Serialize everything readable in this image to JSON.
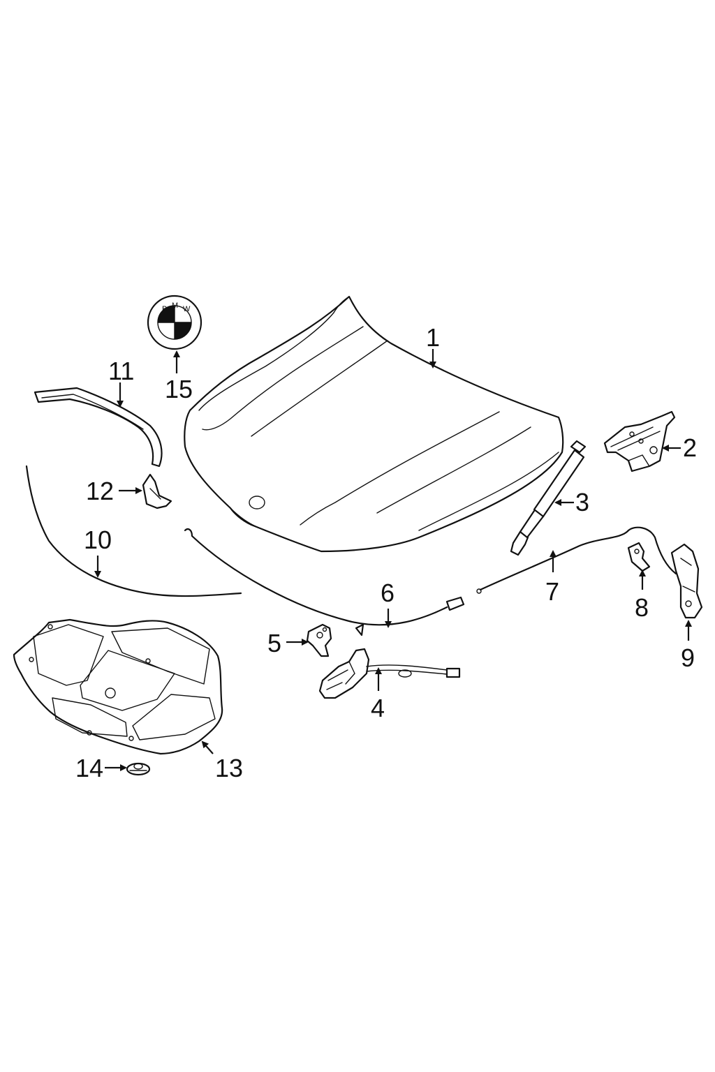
{
  "callouts": [
    {
      "id": "1",
      "label": "1"
    },
    {
      "id": "2",
      "label": "2"
    },
    {
      "id": "3",
      "label": "3"
    },
    {
      "id": "4",
      "label": "4"
    },
    {
      "id": "5",
      "label": "5"
    },
    {
      "id": "6",
      "label": "6"
    },
    {
      "id": "7",
      "label": "7"
    },
    {
      "id": "8",
      "label": "8"
    },
    {
      "id": "9",
      "label": "9"
    },
    {
      "id": "10",
      "label": "10"
    },
    {
      "id": "11",
      "label": "11"
    },
    {
      "id": "12",
      "label": "12"
    },
    {
      "id": "13",
      "label": "13"
    },
    {
      "id": "14",
      "label": "14"
    },
    {
      "id": "15",
      "label": "15"
    }
  ],
  "emblem": {
    "letters": [
      "B",
      "M",
      "W"
    ]
  }
}
